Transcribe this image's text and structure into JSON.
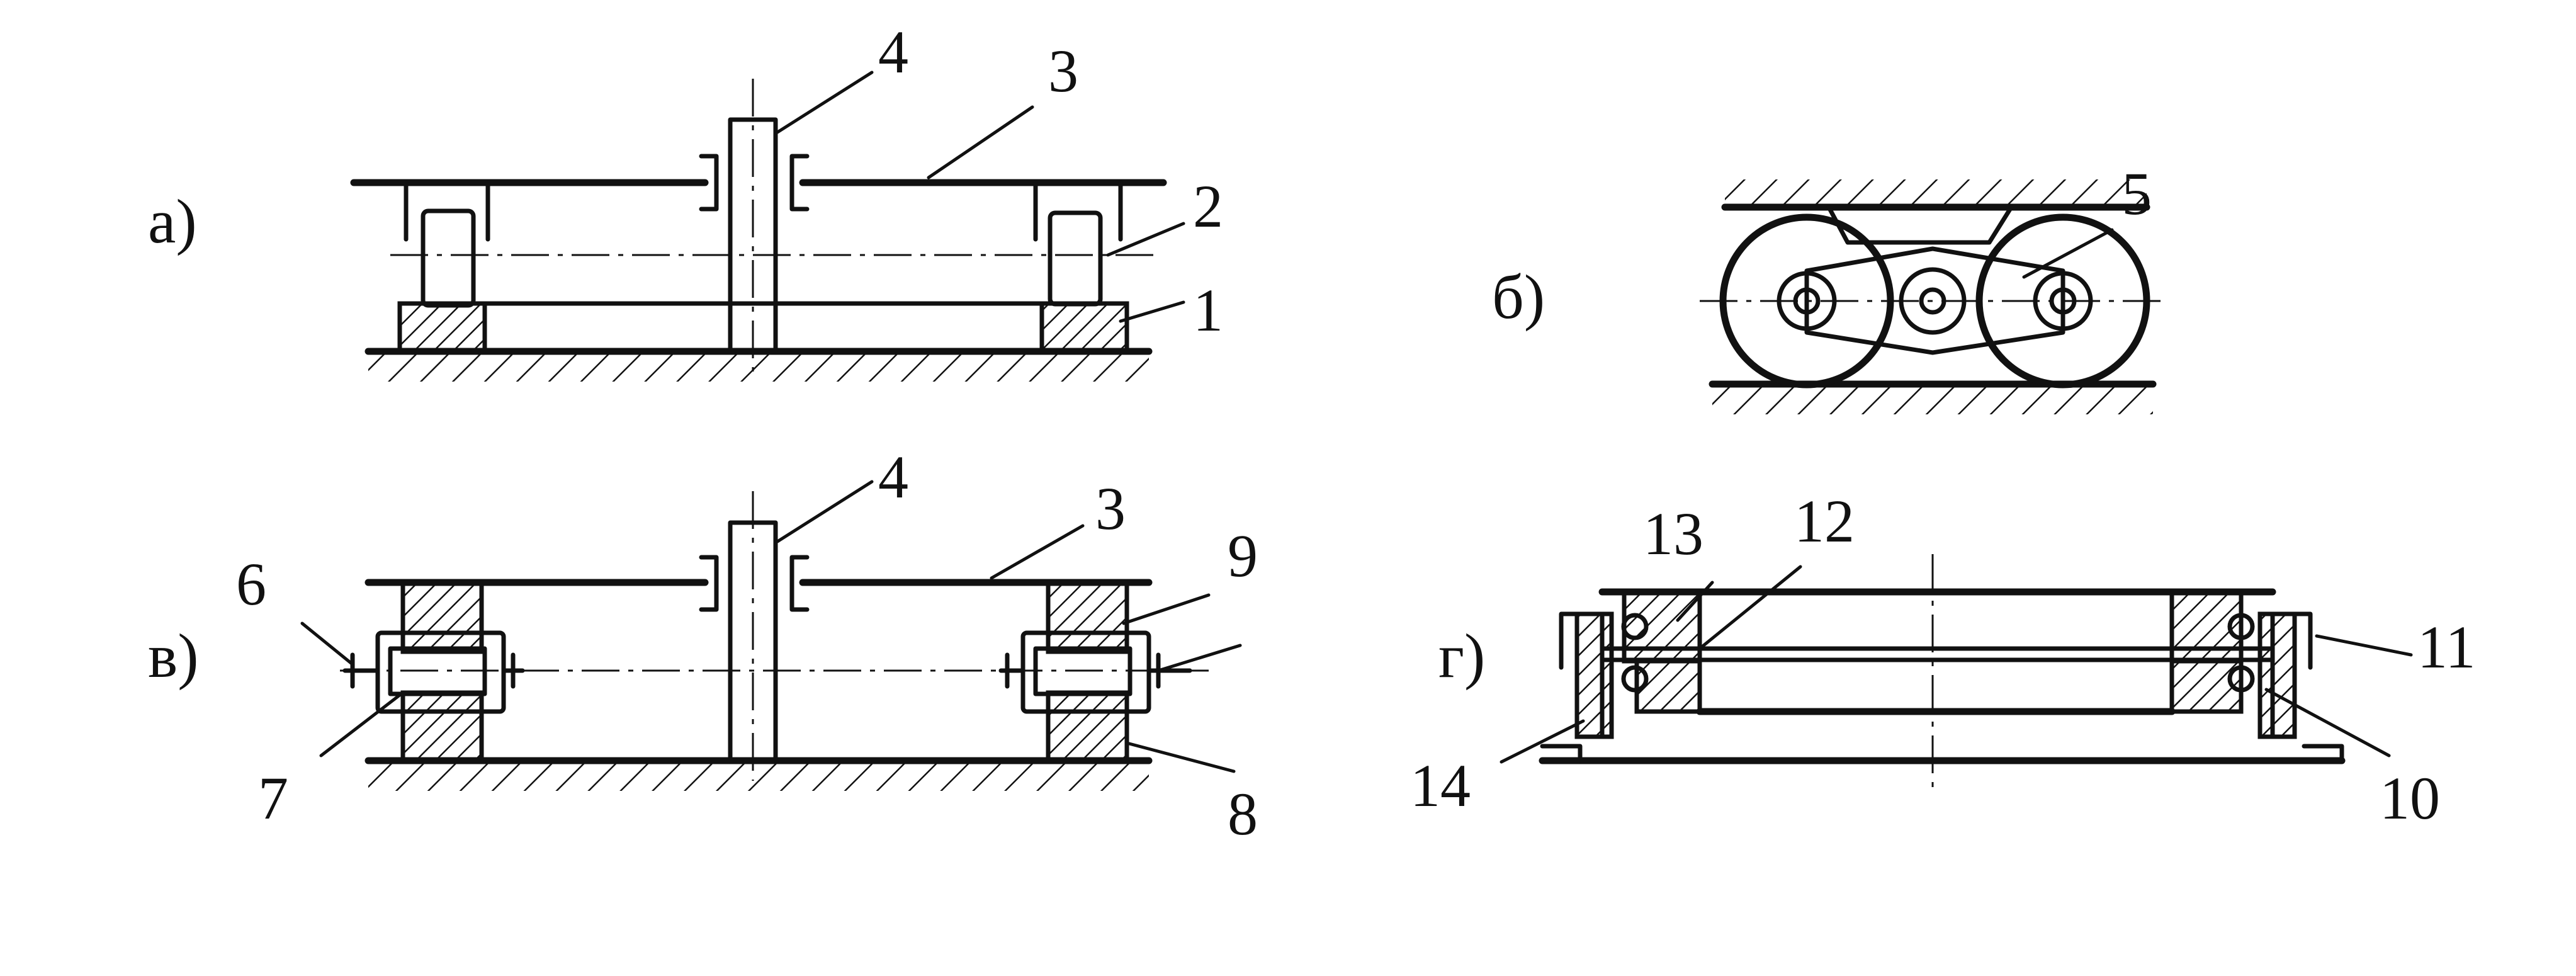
{
  "panels": {
    "a": {
      "label": "а)"
    },
    "b": {
      "label": "б)"
    },
    "v": {
      "label": "в)"
    },
    "g": {
      "label": "г)"
    }
  },
  "callouts": {
    "n1": "1",
    "n2": "2",
    "n3": "3",
    "n4": "4",
    "n5": "5",
    "n6": "6",
    "n7": "7",
    "n8": "8",
    "n9": "9",
    "n10": "10",
    "n11": "11",
    "n12": "12",
    "n13": "13",
    "n14": "14",
    "n3v": "3",
    "n4v": "4"
  }
}
